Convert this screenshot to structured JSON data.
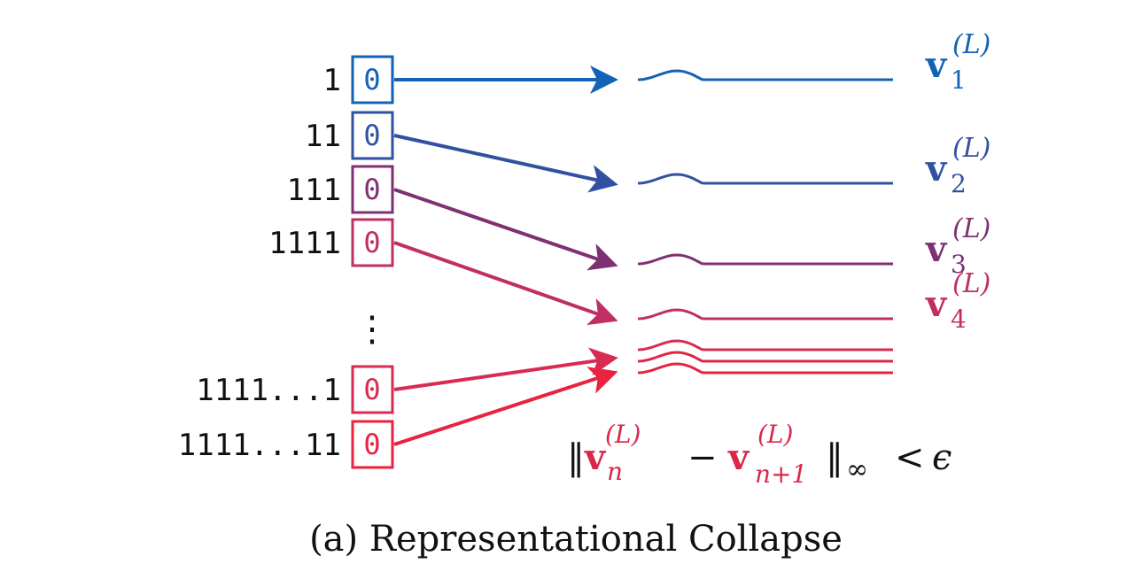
{
  "rows": [
    {
      "label": "1",
      "value": "0",
      "color": "#1262b5",
      "target_wave": 0
    },
    {
      "label": "11",
      "value": "0",
      "color": "#3151a0",
      "target_wave": 1
    },
    {
      "label": "111",
      "value": "0",
      "color": "#7f3073",
      "target_wave": 2
    },
    {
      "label": "1111",
      "value": "0",
      "color": "#c02f63",
      "target_wave": 3
    },
    {
      "label": "1111...1",
      "value": "0",
      "color": "#d92b52",
      "target_wave": 4
    },
    {
      "label": "1111...11",
      "value": "0",
      "color": "#e8223f",
      "target_wave": 5
    }
  ],
  "ellipsis": "⋮",
  "vectors": [
    {
      "base": "v",
      "sub": "1",
      "sup": "(L)",
      "color": "#1262b5"
    },
    {
      "base": "v",
      "sub": "2",
      "sup": "(L)",
      "color": "#3151a0"
    },
    {
      "base": "v",
      "sub": "3",
      "sup": "(L)",
      "color": "#7f3073"
    },
    {
      "base": "v",
      "sub": "4",
      "sup": "(L)",
      "color": "#c02f63"
    }
  ],
  "collapsed_wave_colors": [
    "#d92b52",
    "#e02645",
    "#e8223f"
  ],
  "formula": {
    "open": "‖",
    "v1": "v",
    "sub1": "n",
    "sup1": "(L)",
    "minus": "−",
    "v2": "v",
    "sub2": "n+1",
    "sup2": "(L)",
    "close": "‖",
    "norm_sub": "∞",
    "lt": "<",
    "eps": "ϵ",
    "color": "#d8284a"
  },
  "caption": "(a) Representational Collapse"
}
